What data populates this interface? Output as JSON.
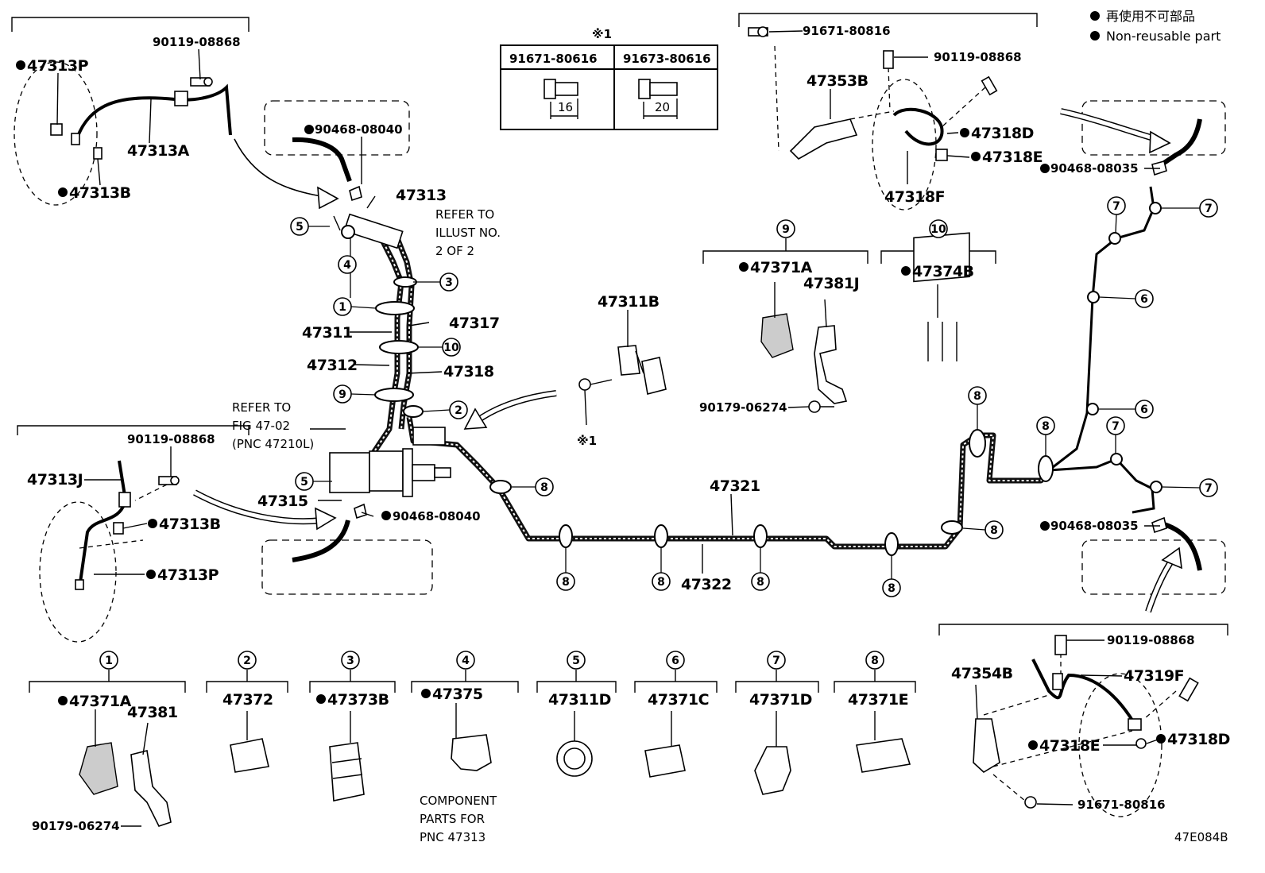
{
  "legend": {
    "jp": "再使用不可部品",
    "en": "Non-reusable part"
  },
  "figure_code": "47E084B",
  "ref_table": {
    "mark": "※1",
    "cols": [
      {
        "part": "91671-80616",
        "dim": "16"
      },
      {
        "part": "91673-80616",
        "dim": "20"
      }
    ]
  },
  "notes": {
    "refer_illust": [
      "REFER TO",
      "ILLUST NO.",
      "2 OF 2"
    ],
    "refer_fig": [
      "REFER TO",
      "FIG 47-02",
      "(PNC 47210L)"
    ],
    "component": [
      "COMPONENT",
      "PARTS FOR",
      "PNC 47313"
    ]
  },
  "labels": {
    "p47313P_a": "47313P",
    "p90119_a": "90119-08868",
    "p47313A": "47313A",
    "p47313B_a": "47313B",
    "p90468_08040_a": "90468-08040",
    "p47313": "47313",
    "p47317": "47317",
    "p47311": "47311",
    "p47312": "47312",
    "p47318": "47318",
    "p47311B": "47311B",
    "mark1": "※1",
    "p90119_b": "90119-08868",
    "p47313J": "47313J",
    "p47313B_b": "47313B",
    "p47313P_b": "47313P",
    "p47315": "47315",
    "p90468_08040_b": "90468-08040",
    "p47321": "47321",
    "p47322": "47322",
    "p91671_80816_a": "91671-80816",
    "p47353B": "47353B",
    "p90119_c": "90119-08868",
    "p47318D_a": "47318D",
    "p47318E_a": "47318E",
    "p47318F": "47318F",
    "p90468_08035_a": "90468-08035",
    "p90468_08035_b": "90468-08035",
    "p47371A_9": "47371A",
    "p47381J": "47381J",
    "p90179_a": "90179-06274",
    "p47374B": "47374B",
    "p90119_d": "90119-08868",
    "p47354B": "47354B",
    "p47319F": "47319F",
    "p47318D_b": "47318D",
    "p47318E_b": "47318E",
    "p91671_80816_b": "91671-80816",
    "k47371A": "47371A",
    "k47381": "47381",
    "k90179": "90179-06274",
    "k47372": "47372",
    "k47373B": "47373B",
    "k47375": "47375",
    "k47311D": "47311D",
    "k47371C": "47371C",
    "k47371D": "47371D",
    "k47371E": "47371E"
  },
  "callouts": [
    "1",
    "2",
    "3",
    "4",
    "5",
    "6",
    "7",
    "8",
    "9",
    "10"
  ]
}
